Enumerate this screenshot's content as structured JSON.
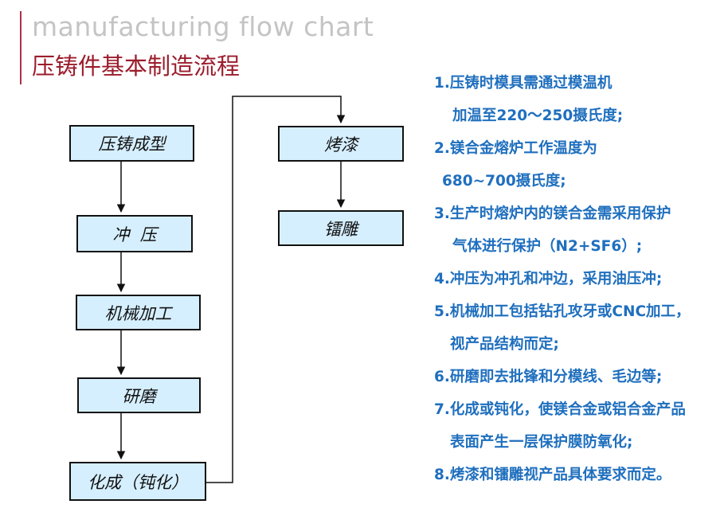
{
  "header": {
    "title_en": "manufacturing flow chart",
    "title_cn": "压铸件基本制造流程"
  },
  "flow": {
    "boxes": [
      "压铸成型",
      "冲  压",
      "机械加工",
      "研磨",
      "化成（钝化）",
      "烤漆",
      "镭雕"
    ]
  },
  "notes": [
    "1.压铸时模具需通过模温机",
    "加温至220～250摄氏度;",
    "2.镁合金熔炉工作温度为",
    "680~700摄氏度;",
    "3.生产时熔炉内的镁合金需采用保护",
    "气体进行保护（N2+SF6）;",
    "4.冲压为冲孔和冲边，采用油压冲;",
    "5.机械加工包括钻孔攻牙或CNC加工，",
    "视产品结构而定;",
    "6.研磨即去批锋和分模线、毛边等;",
    "7.化成或钝化，使镁合金或铝合金产品",
    "表面产生一层保护膜防氧化;",
    "8.烤漆和镭雕视产品具体要求而定。"
  ],
  "colors": {
    "box_fill": "#d6efff",
    "note_text": "#1f6fbe",
    "title_cn": "#9b1d2c",
    "title_en": "#c4c4c4"
  }
}
